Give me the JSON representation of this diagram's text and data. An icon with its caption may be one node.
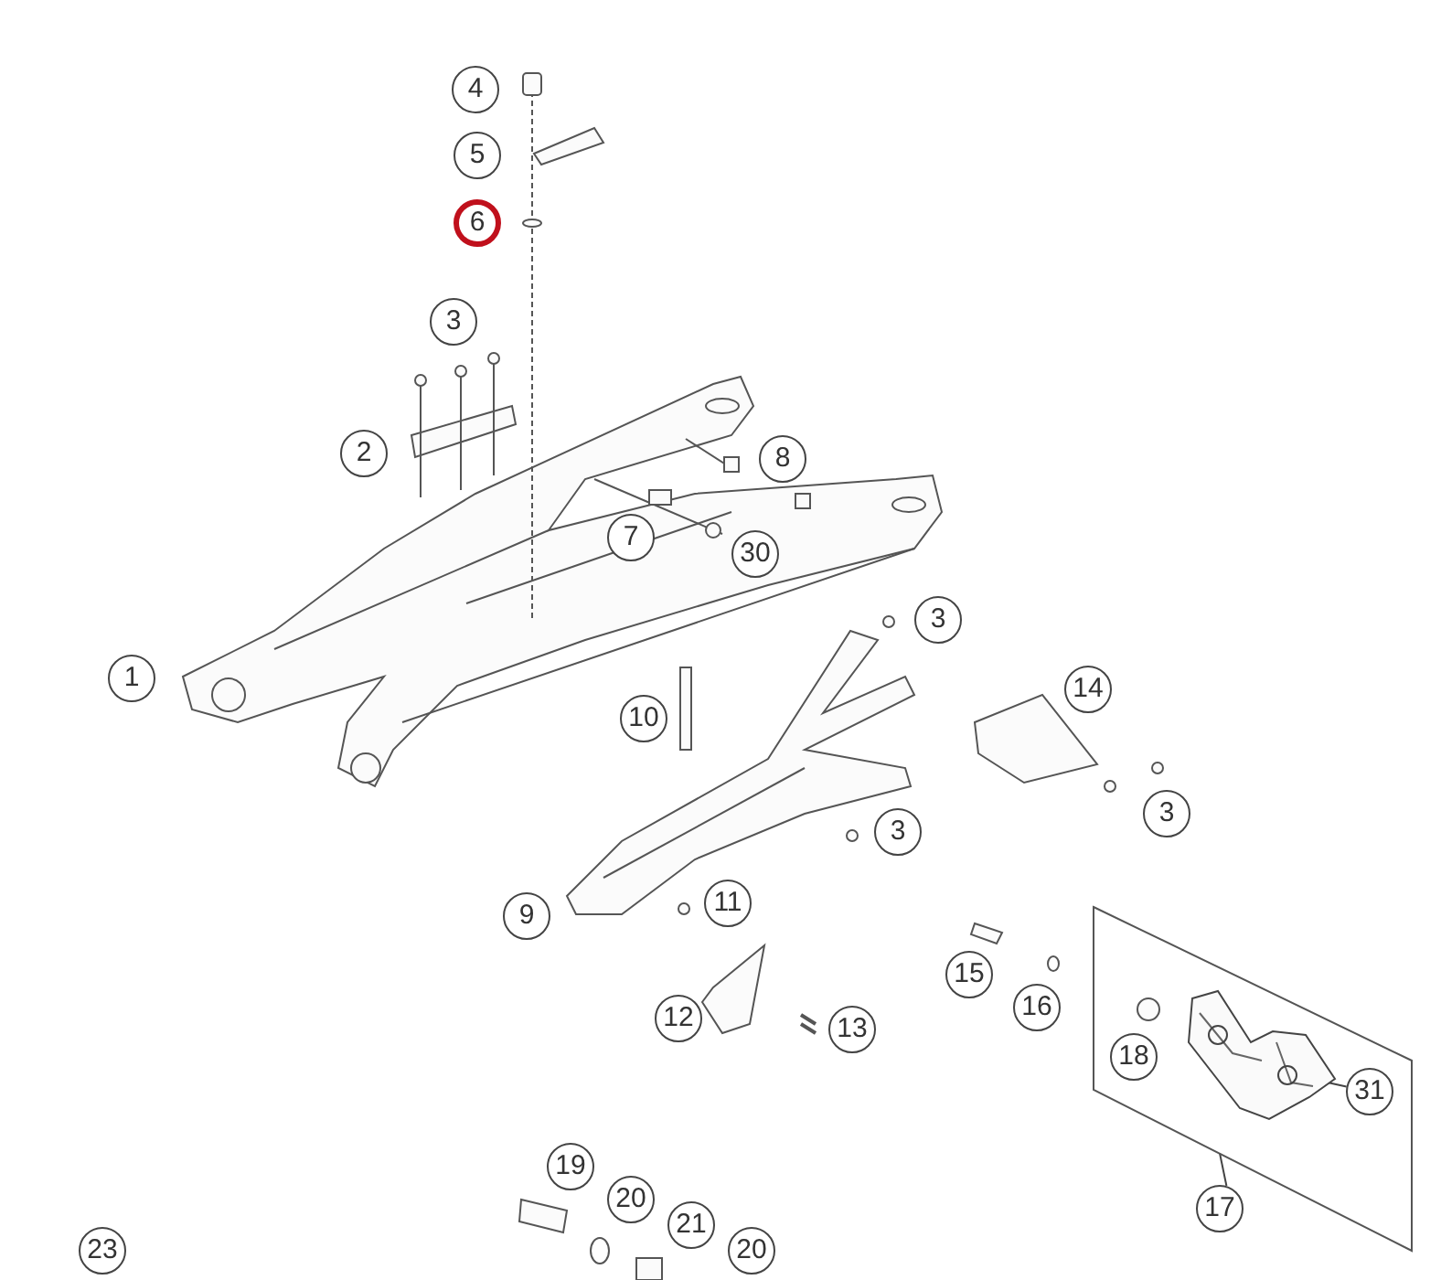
{
  "diagram": {
    "nodes": [
      {
        "text": [
          "4"
        ]
      },
      {
        "text": [
          "5"
        ]
      },
      {
        "text": [
          "6"
        ]
      },
      {
        "text": [
          "3"
        ]
      },
      {
        "text": [
          "2"
        ]
      },
      {
        "text": [
          "8"
        ]
      },
      {
        "text": [
          "7"
        ]
      },
      {
        "text": [
          "30"
        ]
      },
      {
        "text": [
          "3"
        ]
      },
      {
        "text": [
          "1"
        ]
      },
      {
        "text": [
          "14"
        ]
      },
      {
        "text": [
          "10"
        ]
      },
      {
        "text": [
          "3"
        ]
      },
      {
        "text": [
          "3"
        ]
      },
      {
        "text": [
          "9"
        ]
      },
      {
        "text": [
          "11"
        ]
      },
      {
        "text": [
          "15"
        ]
      },
      {
        "text": [
          "16"
        ]
      },
      {
        "text": [
          "12"
        ]
      },
      {
        "text": [
          "13"
        ]
      },
      {
        "text": [],
        "shape": "box"
      },
      {
        "text": [
          "18"
        ],
        "in": 20
      },
      {
        "text": [],
        "shape": "picture",
        "in": 20
      },
      {
        "text": [
          "31"
        ],
        "in": 20
      },
      {
        "text": [
          "17"
        ]
      },
      {
        "text": [
          "19"
        ]
      },
      {
        "text": [
          "20"
        ]
      },
      {
        "text": [
          "21"
        ]
      },
      {
        "text": [
          "20"
        ]
      },
      {
        "text": [
          "23"
        ]
      }
    ],
    "edges": [
      {
        "from": 24,
        "to": 20,
        "arrow": "none"
      },
      {
        "from": 23,
        "to": 22,
        "arrow": "none"
      }
    ]
  }
}
